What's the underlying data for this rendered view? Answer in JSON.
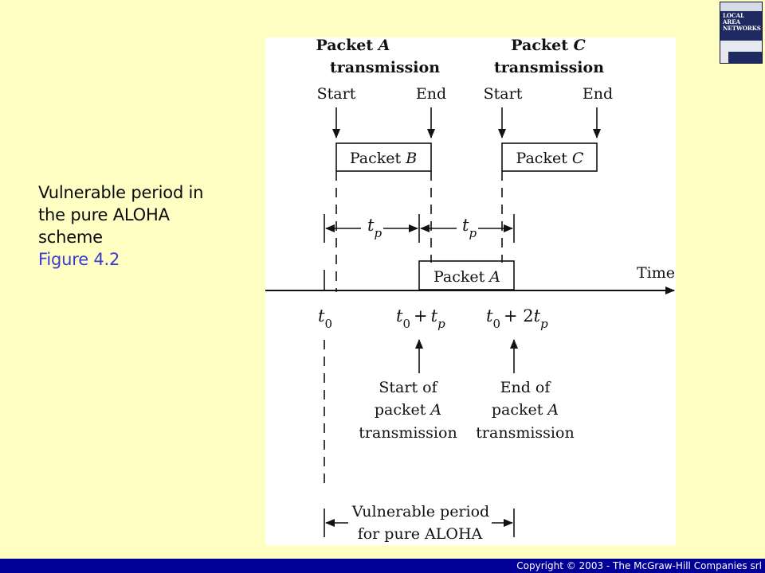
{
  "caption": {
    "line1": "Vulnerable period in",
    "line2": "the pure ALOHA",
    "line3": "scheme",
    "figure_ref": "Figure 4.2"
  },
  "diagram": {
    "packet_a_header": {
      "word": "Packet",
      "letter": "A",
      "line2": "transmission"
    },
    "packet_c_header": {
      "word": "Packet",
      "letter": "C",
      "line2": "transmission"
    },
    "start_label": "Start",
    "end_label": "End",
    "packet_b_box": {
      "word": "Packet",
      "letter": "B"
    },
    "packet_c_box": {
      "word": "Packet",
      "letter": "C"
    },
    "packet_a_box": {
      "word": "Packet",
      "letter": "A"
    },
    "tp_symbol": {
      "base": "t",
      "sub": "p"
    },
    "time_label": "Time",
    "t0_label": {
      "base": "t",
      "sub": "0"
    },
    "t0_plus_tp": {
      "t": "t",
      "sub0": "0",
      "op": "+",
      "tp": "t",
      "subp": "p"
    },
    "t0_plus_2tp": {
      "t": "t",
      "sub0": "0",
      "op": "+ 2",
      "tp": "t",
      "subp": "p"
    },
    "start_of_packet": {
      "line1": "Start of",
      "line2": "packet",
      "letter": "A",
      "line3": "transmission"
    },
    "end_of_packet": {
      "line1": "End of",
      "line2": "packet",
      "letter": "A",
      "line3": "transmission"
    },
    "vulnerable_label": {
      "line1": "Vulnerable period",
      "line2": "for pure ALOHA"
    }
  },
  "book": {
    "title": "LOCAL\nAREA\nNETWORKS"
  },
  "footer": {
    "copyright": "Copyright © 2003 - The McGraw-Hill Companies srl"
  }
}
